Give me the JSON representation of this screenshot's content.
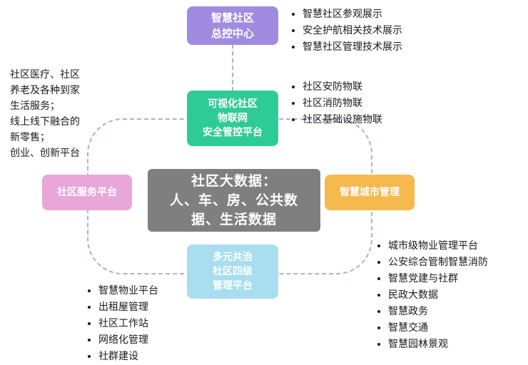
{
  "diagram": {
    "center": {
      "name": "community-big-data",
      "lines": [
        "社区大数据：",
        "人、车、房、公共数",
        "据、生活数据"
      ],
      "color": "#7f7f7f"
    },
    "top": {
      "name": "control-center",
      "lines": [
        "智慧社区",
        "总控中心"
      ],
      "color": "#a18be0"
    },
    "green": {
      "name": "iot-platform",
      "lines": [
        "可视化社区",
        "物联网",
        "安全管控平台"
      ],
      "color": "#2fcb96"
    },
    "left": {
      "name": "service-platform",
      "label": "社区服务平台",
      "color": "#e9a6d8"
    },
    "right": {
      "name": "smart-city",
      "label": "智慧城市管理",
      "color": "#f6b94e"
    },
    "bottom": {
      "name": "management-platform",
      "lines": [
        "多元共治",
        "社区四级",
        "管理平台"
      ],
      "color": "#a9ddf0"
    },
    "connector_color": "#9db8d6"
  },
  "lists": {
    "top_right": [
      "智慧社区参观展示",
      "安全护航相关技术展示",
      "智慧社区管理技术展示"
    ],
    "mid_right": [
      "社区安防物联",
      "社区消防物联",
      "社区基础设施物联"
    ],
    "bottom_right": [
      "城市级物业管理平台",
      "公安综合管制智慧消防",
      "智慧党建与社群",
      "民政大数据",
      "智慧政务",
      "智慧交通",
      "智慧园林景观"
    ],
    "bottom_left": [
      "智慧物业平台",
      "出租屋管理",
      "社区工作站",
      "网络化管理",
      "社群建设"
    ]
  },
  "left_text": {
    "lines": [
      "社区医疗、社区",
      "养老及各种到家",
      "生活服务；",
      "线上线下融合的",
      "新零售；",
      "创业、创新平台"
    ]
  }
}
